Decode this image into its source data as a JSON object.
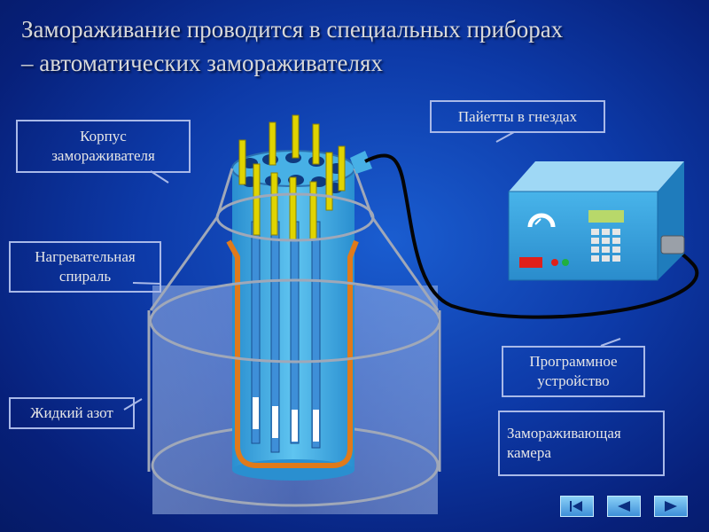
{
  "title": {
    "line1": "Замораживание проводится в специальных приборах",
    "line2": "– автоматических замораживателях"
  },
  "labels": {
    "body": [
      "Корпус",
      "замораживателя"
    ],
    "straws": "Пайетты в гнездах",
    "coil": [
      "Нагревательная",
      "спираль"
    ],
    "nitrogen": "Жидкий азот",
    "program": [
      "Программное",
      "устройство"
    ],
    "chamber": [
      "Замораживающая",
      "камера"
    ]
  },
  "nav": {
    "buttons": [
      "first",
      "previous",
      "next"
    ]
  },
  "colors": {
    "background": "#0d3aa8",
    "straws": "#e0d400",
    "cylinder": "#3aa8e0",
    "coil": "#e07a1a",
    "device": "#33a6df",
    "display": "#b8d86a"
  }
}
